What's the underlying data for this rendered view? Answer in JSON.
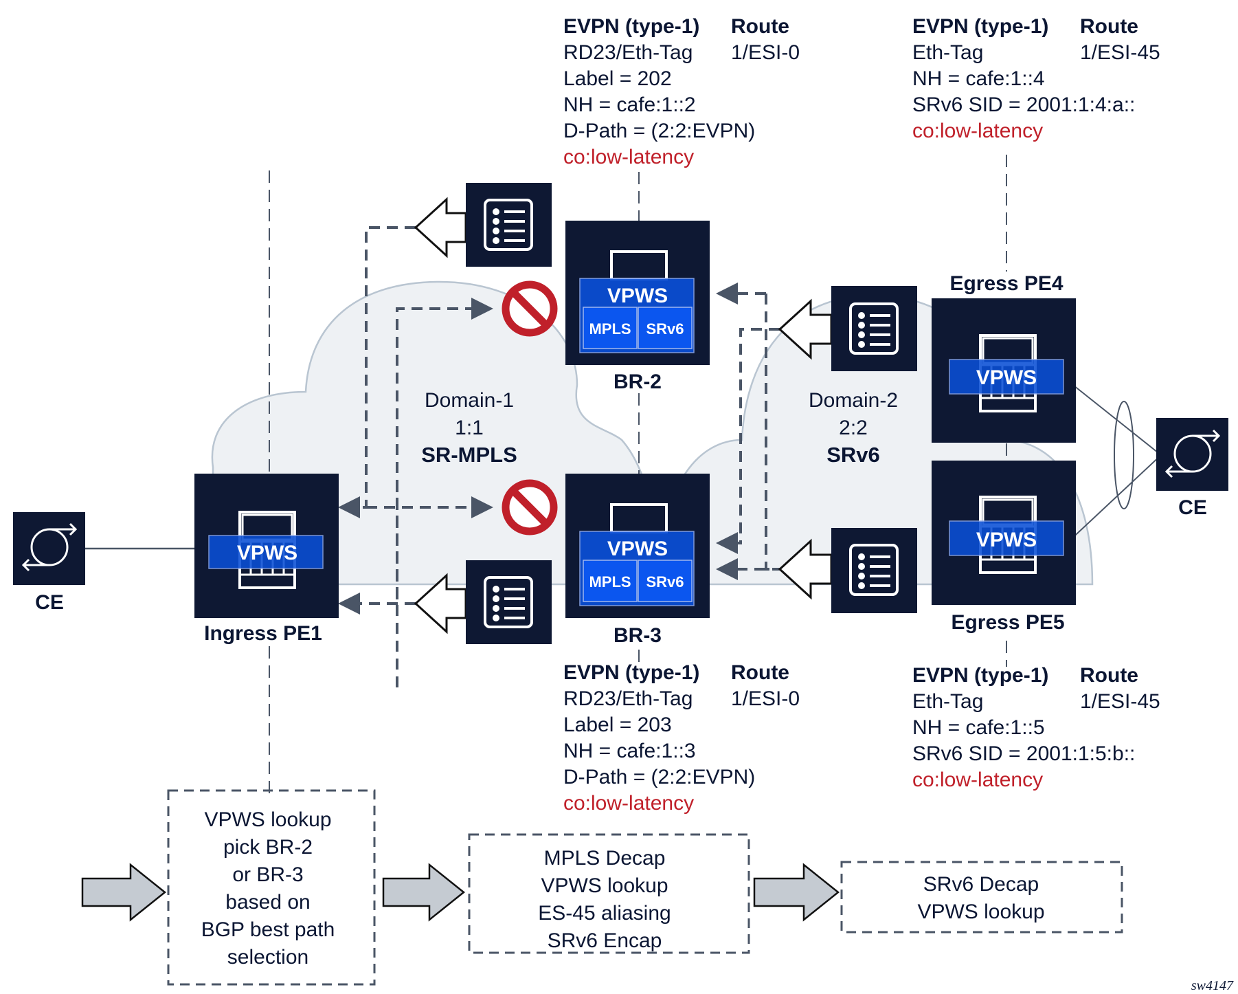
{
  "figure_id": "sw4147",
  "domains": [
    {
      "name": "Domain-1",
      "id": "1:1",
      "tech": "SR-MPLS"
    },
    {
      "name": "Domain-2",
      "id": "2:2",
      "tech": "SRv6"
    }
  ],
  "nodes": {
    "ce_left": {
      "label": "CE"
    },
    "ce_right": {
      "label": "CE"
    },
    "pe1": {
      "label": "Ingress PE1",
      "service": "VPWS"
    },
    "br2": {
      "label": "BR-2",
      "service": "VPWS",
      "sub": [
        "MPLS",
        "SRv6"
      ]
    },
    "br3": {
      "label": "BR-3",
      "service": "VPWS",
      "sub": [
        "MPLS",
        "SRv6"
      ]
    },
    "pe4": {
      "label": "Egress PE4",
      "service": "VPWS"
    },
    "pe5": {
      "label": "Egress PE5",
      "service": "VPWS"
    }
  },
  "routes": {
    "br2": {
      "title": "EVPN (type-1)",
      "title2": "Route",
      "line1a": "RD23/Eth-Tag",
      "line1b": "1/ESI-0",
      "lines": [
        "Label = 202",
        "NH = cafe:1::2",
        "D-Path = (2:2:EVPN)"
      ],
      "color_tag": "co:low-latency"
    },
    "pe4": {
      "title": "EVPN (type-1)",
      "title2": "Route",
      "line1a": "Eth-Tag",
      "line1b": "1/ESI-45",
      "lines": [
        "NH = cafe:1::4",
        "SRv6 SID = 2001:1:4:a::"
      ],
      "color_tag": "co:low-latency"
    },
    "br3": {
      "title": "EVPN (type-1)",
      "title2": "Route",
      "line1a": "RD23/Eth-Tag",
      "line1b": "1/ESI-0",
      "lines": [
        "Label = 203",
        "NH = cafe:1::3",
        "D-Path = (2:2:EVPN)"
      ],
      "color_tag": "co:low-latency"
    },
    "pe5": {
      "title": "EVPN (type-1)",
      "title2": "Route",
      "line1a": "Eth-Tag",
      "line1b": "1/ESI-45",
      "lines": [
        "NH = cafe:1::5",
        "SRv6 SID = 2001:1:5:b::"
      ],
      "color_tag": "co:low-latency"
    }
  },
  "steps": [
    {
      "lines": [
        "VPWS lookup",
        "pick BR-2",
        "or BR-3",
        "based on",
        "BGP best path",
        "selection"
      ]
    },
    {
      "lines": [
        "MPLS Decap",
        "VPWS lookup",
        "ES-45 aliasing",
        "SRv6 Encap"
      ]
    },
    {
      "lines": [
        "SRv6 Decap",
        "VPWS lookup"
      ]
    }
  ],
  "colors": {
    "node": "#0e1833",
    "vpws": "#0a4fd6",
    "cloud": "#eef1f4",
    "highlight_red": "#c0202a",
    "text": "#0b1633"
  }
}
